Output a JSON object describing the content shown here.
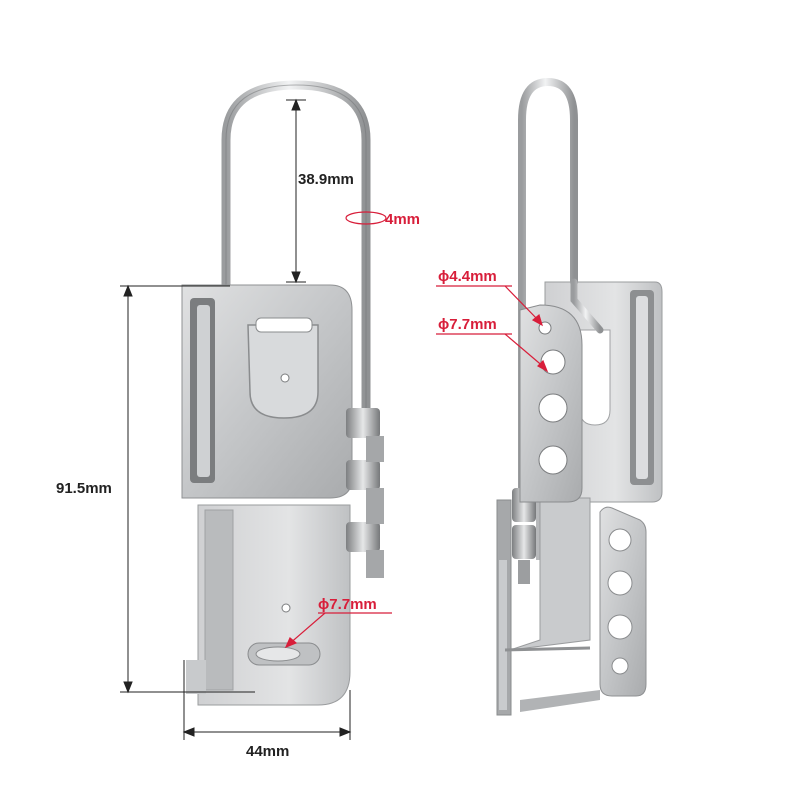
{
  "dimensions": {
    "shackle_height": "38.9mm",
    "shackle_diameter": "4mm",
    "body_height": "91.5mm",
    "body_width": "44mm",
    "bottom_hole": "ϕ7.7mm",
    "small_hole": "ϕ4.4mm",
    "side_hole": "ϕ7.7mm"
  },
  "colors": {
    "dimension_line": "#222222",
    "callout": "#d81e3a",
    "metal_light": "#d9dadb",
    "metal_mid": "#b5b7b9",
    "metal_dark": "#8a8c8e",
    "hole": "#ffffff"
  }
}
